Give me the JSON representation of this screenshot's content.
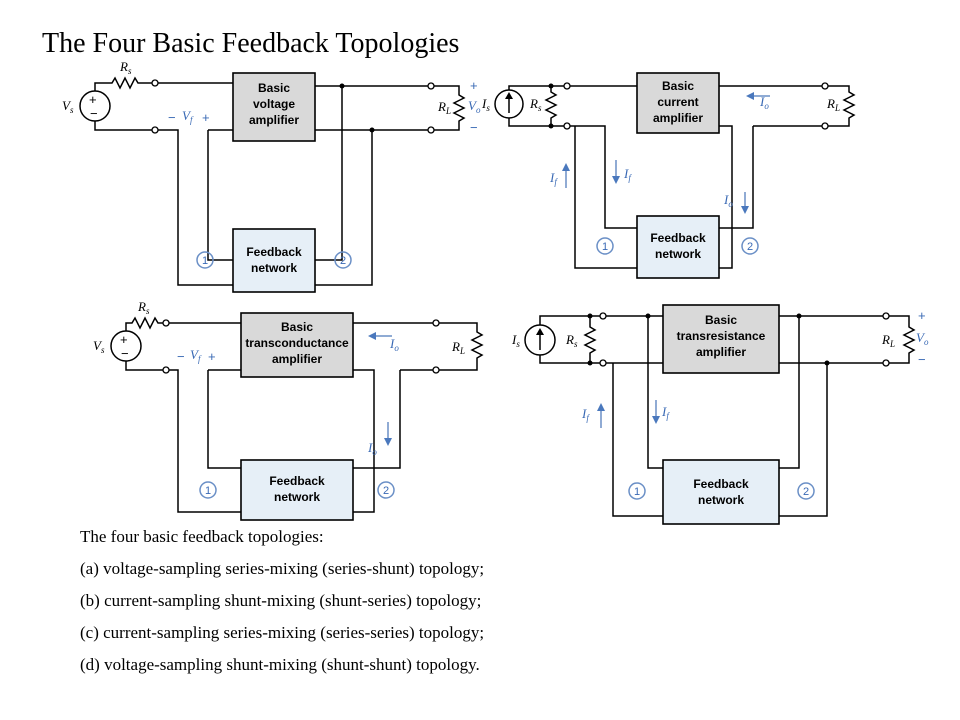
{
  "title": "The Four Basic Feedback Topologies",
  "panels": {
    "a": {
      "amp_lines": [
        "Basic",
        "voltage",
        "amplifier"
      ],
      "fb_lines": [
        "Feedback",
        "network"
      ],
      "port1": "1",
      "port2": "2",
      "source_label": "V",
      "source_sub": "s",
      "rs_label": "R",
      "rs_sub": "s",
      "rl_label": "R",
      "rl_sub": "L",
      "out_label": "V",
      "out_sub": "o",
      "fb_label": "V",
      "fb_sub": "f",
      "minus": "−",
      "plus": "+"
    },
    "b": {
      "amp_lines": [
        "Basic",
        "current",
        "amplifier"
      ],
      "fb_lines": [
        "Feedback",
        "network"
      ],
      "port1": "1",
      "port2": "2",
      "source_label": "I",
      "source_sub": "s",
      "rs_label": "R",
      "rs_sub": "s",
      "rl_label": "R",
      "rl_sub": "L",
      "io_label": "I",
      "io_sub": "o",
      "io2_label": "I",
      "io2_sub": "o",
      "if_label": "I",
      "if_sub": "f",
      "if2_label": "I",
      "if2_sub": "f"
    },
    "c": {
      "amp_lines": [
        "Basic",
        "transconductance",
        "amplifier"
      ],
      "fb_lines": [
        "Feedback",
        "network"
      ],
      "port1": "1",
      "port2": "2",
      "source_label": "V",
      "source_sub": "s",
      "rs_label": "R",
      "rs_sub": "s",
      "rl_label": "R",
      "rl_sub": "L",
      "io_label": "I",
      "io_sub": "o",
      "io2_label": "I",
      "io2_sub": "o",
      "fb_label": "V",
      "fb_sub": "f",
      "minus": "−",
      "plus": "+"
    },
    "d": {
      "amp_lines": [
        "Basic",
        "transresistance",
        "amplifier"
      ],
      "fb_lines": [
        "Feedback",
        "network"
      ],
      "port1": "1",
      "port2": "2",
      "source_label": "I",
      "source_sub": "s",
      "rs_label": "R",
      "rs_sub": "s",
      "rl_label": "R",
      "rl_sub": "L",
      "out_label": "V",
      "out_sub": "o",
      "if_label": "I",
      "if_sub": "f",
      "if2_label": "I",
      "if2_sub": "f",
      "plus": "+",
      "minus": "−"
    }
  },
  "caption": {
    "intro": "The four basic feedback topologies:",
    "items": [
      "(a)  voltage-sampling series-mixing (series-shunt) topology;",
      "(b) current-sampling shunt-mixing (shunt-series) topology;",
      "(c) current-sampling series-mixing (series-series) topology;",
      "(d) voltage-sampling shunt-mixing (shunt-shunt) topology."
    ]
  }
}
